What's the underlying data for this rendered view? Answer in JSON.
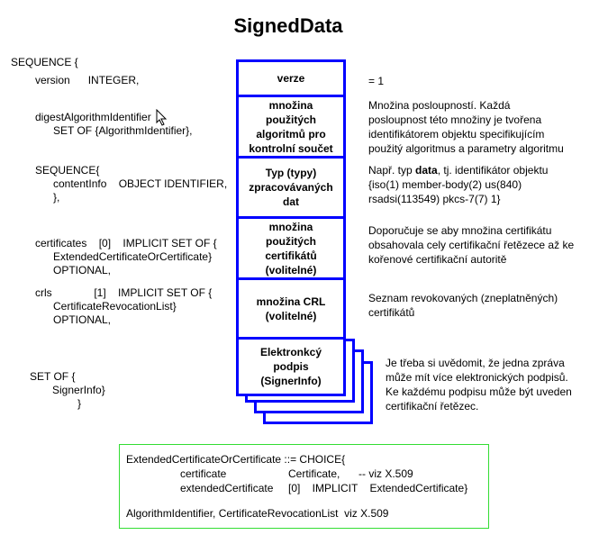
{
  "title": "SignedData",
  "asn1": {
    "seq_open": "SEQUENCE {",
    "version_line": "version      INTEGER,",
    "digest_line1": "digestAlgorithmIdentifier",
    "digest_line2": "SET OF {AlgorithmIdentifier},",
    "content_line1": "SEQUENCE{",
    "content_line2": "contentInfo    OBJECT IDENTIFIER,",
    "content_line3": "},",
    "cert_line1": "certificates    [0]    IMPLICIT SET OF {",
    "cert_line2": "ExtendedCertificateOrCertificate}",
    "cert_line3": "OPTIONAL,",
    "crls_line1": "crls              [1]    IMPLICIT SET OF {",
    "crls_line2": "CertificateRevocationList}",
    "crls_line3": "OPTIONAL,",
    "signer_line1": "SET OF {",
    "signer_line2": "SignerInfo}",
    "signer_line3": "}"
  },
  "structure_boxes": [
    {
      "label": "verze"
    },
    {
      "label": "množina\npoužitých\nalgoritmů pro\nkontrolní součet"
    },
    {
      "label": "Typ (typy)\nzpracovávaných\ndat"
    },
    {
      "label": "množina\npoužitých\ncertifikátů\n(volitelné)"
    },
    {
      "label": "množina CRL\n(volitelné)"
    },
    {
      "label": "Elektronkcý\npodpis\n(SignerInfo)"
    }
  ],
  "notes": {
    "version": "= 1",
    "digest": "Množina posloupností. Každá\nposloupnost této množiny je tvořena\nidentifikátorem objektu specifikujícím\npoužitý algoritmus a parametry algoritmu",
    "content_prefix": "Např. typ ",
    "content_bold": "data",
    "content_suffix": ", tj. identifikátor objektu\n{iso(1) member-body(2) us(840)\nrsadsi(113549) pkcs-7(7) 1}",
    "certificates": "Doporučuje se aby množina certifikátu\nobsahovala cely certifikační řetězece až ke\nkořenové certifikační autoritě",
    "crls": "Seznam revokovaných (zneplatněných)\ncertifikátů",
    "signers": "Je třeba si uvědomit, že jedna zpráva\nmůže mít více elektronických podpisů.\nKe každému podpisu může být uveden\ncertifikační řetězec."
  },
  "definitions": {
    "line1": "ExtendedCertificateOrCertificate ::= CHOICE{",
    "line2a": "certificate",
    "line2b": "Certificate,",
    "line2c": "-- viz X.509",
    "line3a": "extendedCertificate",
    "line3b": "[0]    IMPLICIT    ExtendedCertificate}",
    "line4": "AlgorithmIdentifier, CertificateRevocationList  viz X.509"
  },
  "colors": {
    "box_border": "#0000ff",
    "definitions_border": "#33dd33"
  }
}
